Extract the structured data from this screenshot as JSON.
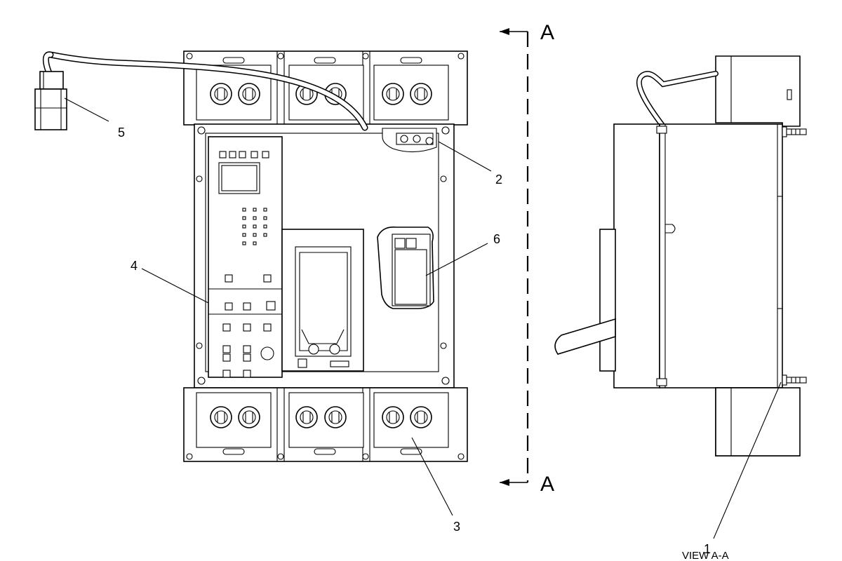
{
  "section_marker": {
    "top_letter": "A",
    "bottom_letter": "A"
  },
  "view_caption": "VIEW A-A",
  "callouts": [
    {
      "id": "1",
      "label": "1"
    },
    {
      "id": "2",
      "label": "2"
    },
    {
      "id": "3",
      "label": "3"
    },
    {
      "id": "4",
      "label": "4"
    },
    {
      "id": "5",
      "label": "5"
    },
    {
      "id": "6",
      "label": "6"
    }
  ]
}
